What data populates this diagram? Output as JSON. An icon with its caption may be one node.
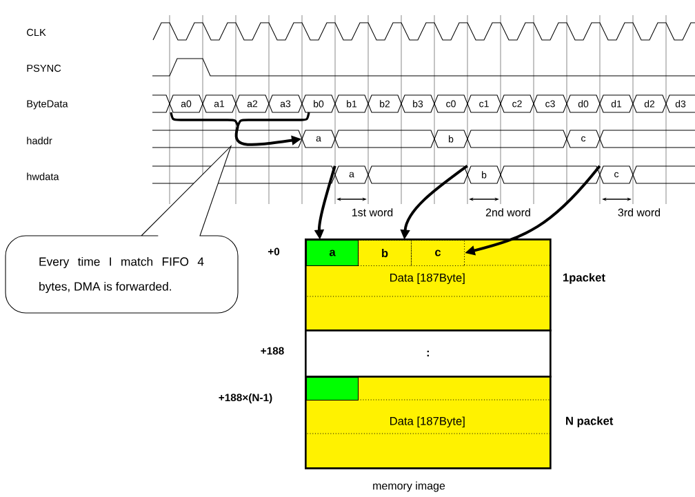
{
  "diagram": {
    "nodes": [
      {
        "text": [
          "a0"
        ]
      },
      {
        "text": [
          "a1"
        ]
      },
      {
        "text": [
          "a2"
        ]
      },
      {
        "text": [
          "a3"
        ]
      },
      {
        "text": [
          "b0"
        ]
      },
      {
        "text": [
          "b1"
        ]
      },
      {
        "text": [
          "b2"
        ]
      },
      {
        "text": [
          "b3"
        ]
      },
      {
        "text": [
          "c0"
        ]
      },
      {
        "text": [
          "c1"
        ]
      },
      {
        "text": [
          "c2"
        ]
      },
      {
        "text": [
          "c3"
        ]
      },
      {
        "text": [
          "d0"
        ]
      },
      {
        "text": [
          "d1"
        ]
      },
      {
        "text": [
          "d2"
        ]
      },
      {
        "text": [
          "d3"
        ]
      },
      {
        "text": [
          "a"
        ]
      },
      {
        "text": [
          "b"
        ]
      },
      {
        "text": [
          "c"
        ]
      },
      {
        "text": [
          "a"
        ]
      },
      {
        "text": [
          "b"
        ]
      },
      {
        "text": [
          "c"
        ]
      },
      {
        "text": [
          "Every time I match FIFO 4 bytes, DMA is forwarded."
        ]
      },
      {
        "text": [],
        "shape": "box",
        "beside": [
          "1packet"
        ]
      },
      {
        "text": [
          "a"
        ],
        "in": 23
      },
      {
        "text": [
          "b"
        ],
        "in": 23
      },
      {
        "text": [
          "c"
        ],
        "in": 23
      },
      {
        "text": [
          "Data [187Byte]"
        ],
        "in": 23
      },
      {
        "text": [
          ":"
        ]
      },
      {
        "text": [],
        "shape": "box",
        "beside": [
          "N packet"
        ]
      },
      {
        "text": [],
        "shape": "box",
        "in": 29
      },
      {
        "text": [
          "Data [187Byte]"
        ],
        "in": 29
      },
      {
        "text": [],
        "shape": "brace"
      }
    ],
    "edges": [
      {
        "from": 32,
        "to": 16,
        "arrow": "to"
      },
      {
        "from": 19,
        "to": 24,
        "arrow": "to"
      },
      {
        "from": 20,
        "to": 25,
        "arrow": "to"
      },
      {
        "from": 21,
        "to": 26,
        "arrow": "to"
      }
    ],
    "labels": [
      "CLK",
      "PSYNC",
      "ByteData",
      "haddr",
      "hwdata",
      "1st word",
      "2nd word",
      "3rd word",
      "+0",
      "+188",
      "+188×(N-1)",
      "memory image"
    ]
  }
}
